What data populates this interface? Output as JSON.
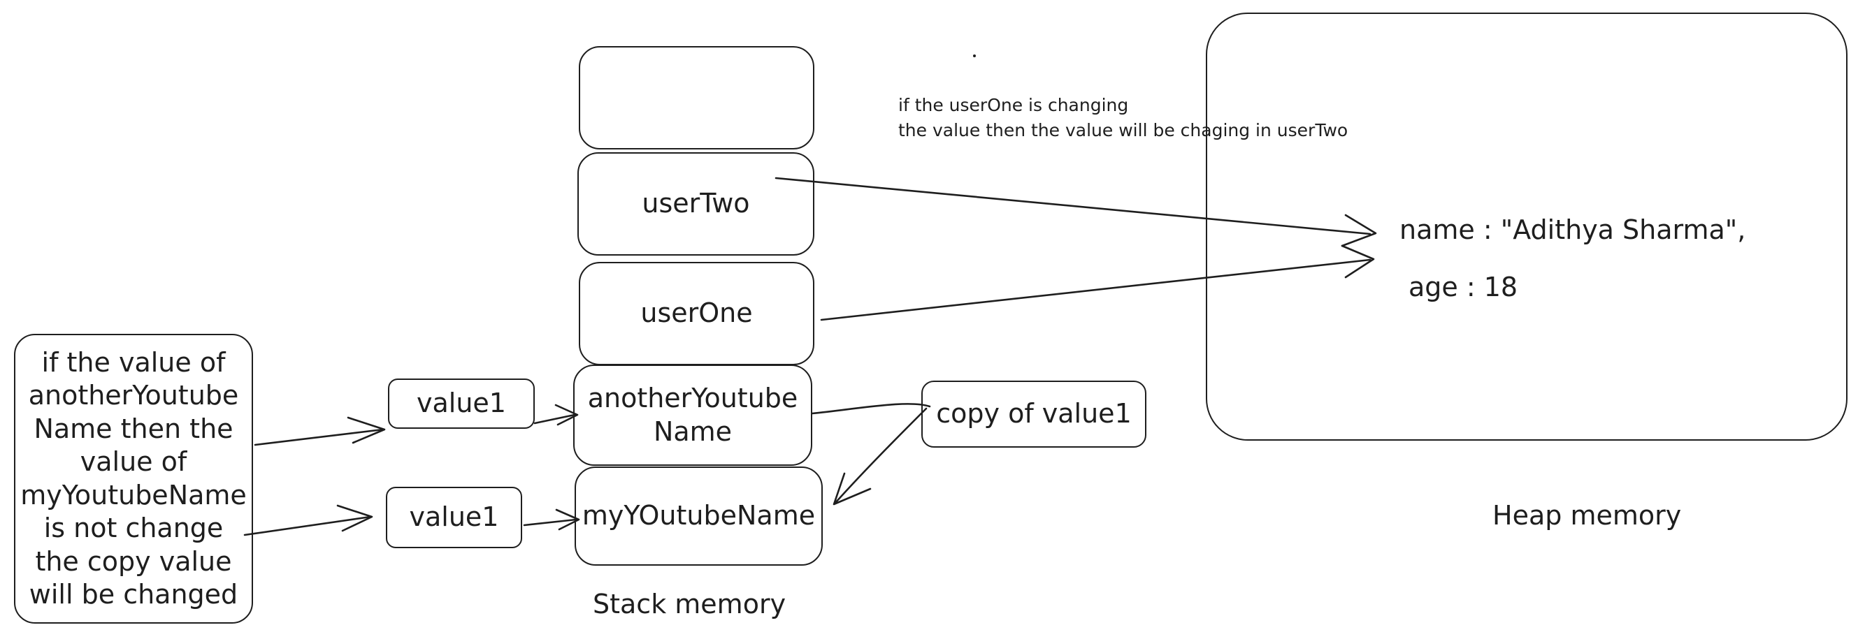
{
  "note": {
    "line1": "if the userOne is changing",
    "line2": "the value then the value will be chaging in userTwo"
  },
  "stack": {
    "caption": "Stack memory",
    "boxes": {
      "empty": "",
      "userTwo": "userTwo",
      "userOne": "userOne",
      "anotherLine1": "anotherYoutube",
      "anotherLine2": "Name",
      "myName": "myYOutubeName"
    }
  },
  "values": {
    "top": "value1",
    "bottom": "value1",
    "copy": "copy of value1"
  },
  "heap": {
    "caption": "Heap memory",
    "name_line": "name : \"Adithya Sharma\",",
    "age_line": "age : 18"
  },
  "explanation": {
    "lines": [
      "if the value of",
      "anotherYoutube",
      "Name then the",
      "value of",
      "myYoutubeName",
      "is not change",
      "the copy value",
      "will be changed"
    ]
  }
}
